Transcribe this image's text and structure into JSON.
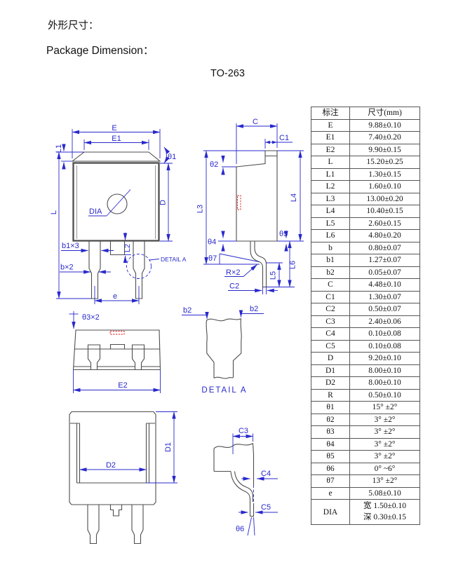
{
  "page": {
    "title_cn": "外形尺寸：",
    "title_en": "Package Dimension：",
    "package_name": "TO-263"
  },
  "colors": {
    "dimension_blue": "#2929cc",
    "outline_gray": "#4d4d4d",
    "mark_red": "#e01010"
  },
  "table": {
    "col_headers": [
      "标注",
      "尺寸(mm)"
    ],
    "rows": [
      [
        "E",
        "9.88±0.10"
      ],
      [
        "E1",
        "7.40±0.20"
      ],
      [
        "E2",
        "9.90±0.15"
      ],
      [
        "L",
        "15.20±0.25"
      ],
      [
        "L1",
        "1.30±0.15"
      ],
      [
        "L2",
        "1.60±0.10"
      ],
      [
        "L3",
        "13.00±0.20"
      ],
      [
        "L4",
        "10.40±0.15"
      ],
      [
        "L5",
        "2.60±0.15"
      ],
      [
        "L6",
        "4.80±0.20"
      ],
      [
        "b",
        "0.80±0.07"
      ],
      [
        "b1",
        "1.27±0.07"
      ],
      [
        "b2",
        "0.05±0.07"
      ],
      [
        "C",
        "4.48±0.10"
      ],
      [
        "C1",
        "1.30±0.07"
      ],
      [
        "C2",
        "0.50±0.07"
      ],
      [
        "C3",
        "2.40±0.06"
      ],
      [
        "C4",
        "0.10±0.08"
      ],
      [
        "C5",
        "0.10±0.08"
      ],
      [
        "D",
        "9.20±0.10"
      ],
      [
        "D1",
        "8.00±0.10"
      ],
      [
        "D2",
        "8.00±0.10"
      ],
      [
        "R",
        "0.50±0.10"
      ],
      [
        "θ1",
        "15° ±2°"
      ],
      [
        "θ2",
        "3° ±2°"
      ],
      [
        "θ3",
        "3° ±2°"
      ],
      [
        "θ4",
        "3° ±2°"
      ],
      [
        "θ5",
        "3° ±2°"
      ],
      [
        "θ6",
        "0° ~6°"
      ],
      [
        "θ7",
        "13° ±2°"
      ],
      [
        "e",
        "5.08±0.10"
      ]
    ],
    "dia_row": {
      "label": "DIA",
      "width_value": "宽 1.50±0.10",
      "depth_value": "深 0.30±0.15"
    }
  },
  "front_view": {
    "E": "E",
    "E1": "E1",
    "L1": "L1",
    "theta1": "θ1",
    "L": "L",
    "D": "D",
    "dia": "DIA",
    "L2": "L2",
    "b1": "b1×3",
    "b": "b×2",
    "e": "e",
    "detail": "DETAIL A"
  },
  "side_view": {
    "C": "C",
    "C1": "C1",
    "theta2": "θ2",
    "L3": "L3",
    "L4": "L4",
    "theta4": "θ4",
    "theta5": "θ5",
    "theta7": "θ7",
    "r": "R×2",
    "L5": "L5",
    "L6": "L6",
    "C2": "C2"
  },
  "top_view": {
    "theta3": "θ3×2",
    "E2": "E2"
  },
  "detail_a_view": {
    "b2_left": "b2",
    "b2_right": "b2",
    "caption": "DETAIL A"
  },
  "back_view": {
    "D1": "D1",
    "D2": "D2"
  },
  "lead_detail_view": {
    "C3": "C3",
    "C4": "C4",
    "C5": "C5",
    "theta6": "θ6"
  }
}
